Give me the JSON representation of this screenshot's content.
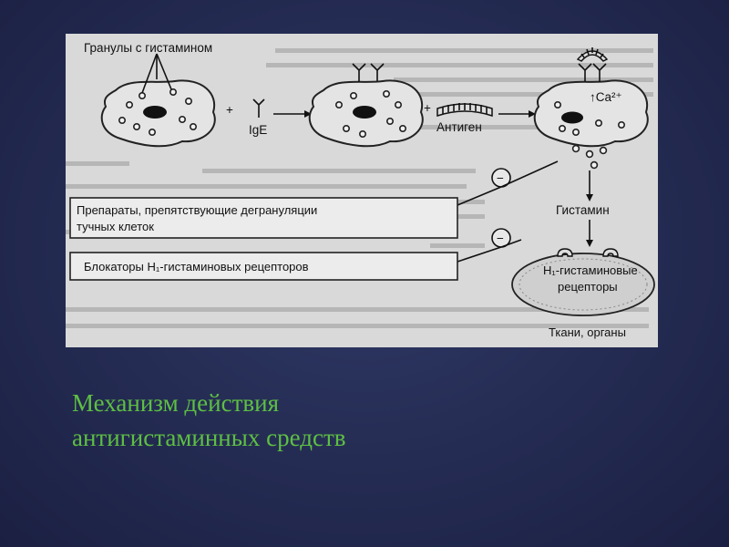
{
  "diagram": {
    "granules_label": "Гранулы с гистамином",
    "ige_label": "IgE",
    "plus_1": "+",
    "plus_2": "+",
    "antigen_label": "Антиген",
    "ca_label": "↑Ca²⁺",
    "histamine_label": "Гистамин",
    "minus_1": "−",
    "minus_2": "−",
    "drug_1_line1": "Препараты, препятствующие дегрануляции",
    "drug_1_line2": "тучных клеток",
    "drug_2": "Блокаторы H₁-гистаминовых рецепторов",
    "receptor_line1": "H₁-гистаминовые",
    "receptor_line2": "рецепторы",
    "tissue_label": "Ткани, органы"
  },
  "slide": {
    "title_line1": "Механизм действия",
    "title_line2": "антигистаминных средств"
  }
}
